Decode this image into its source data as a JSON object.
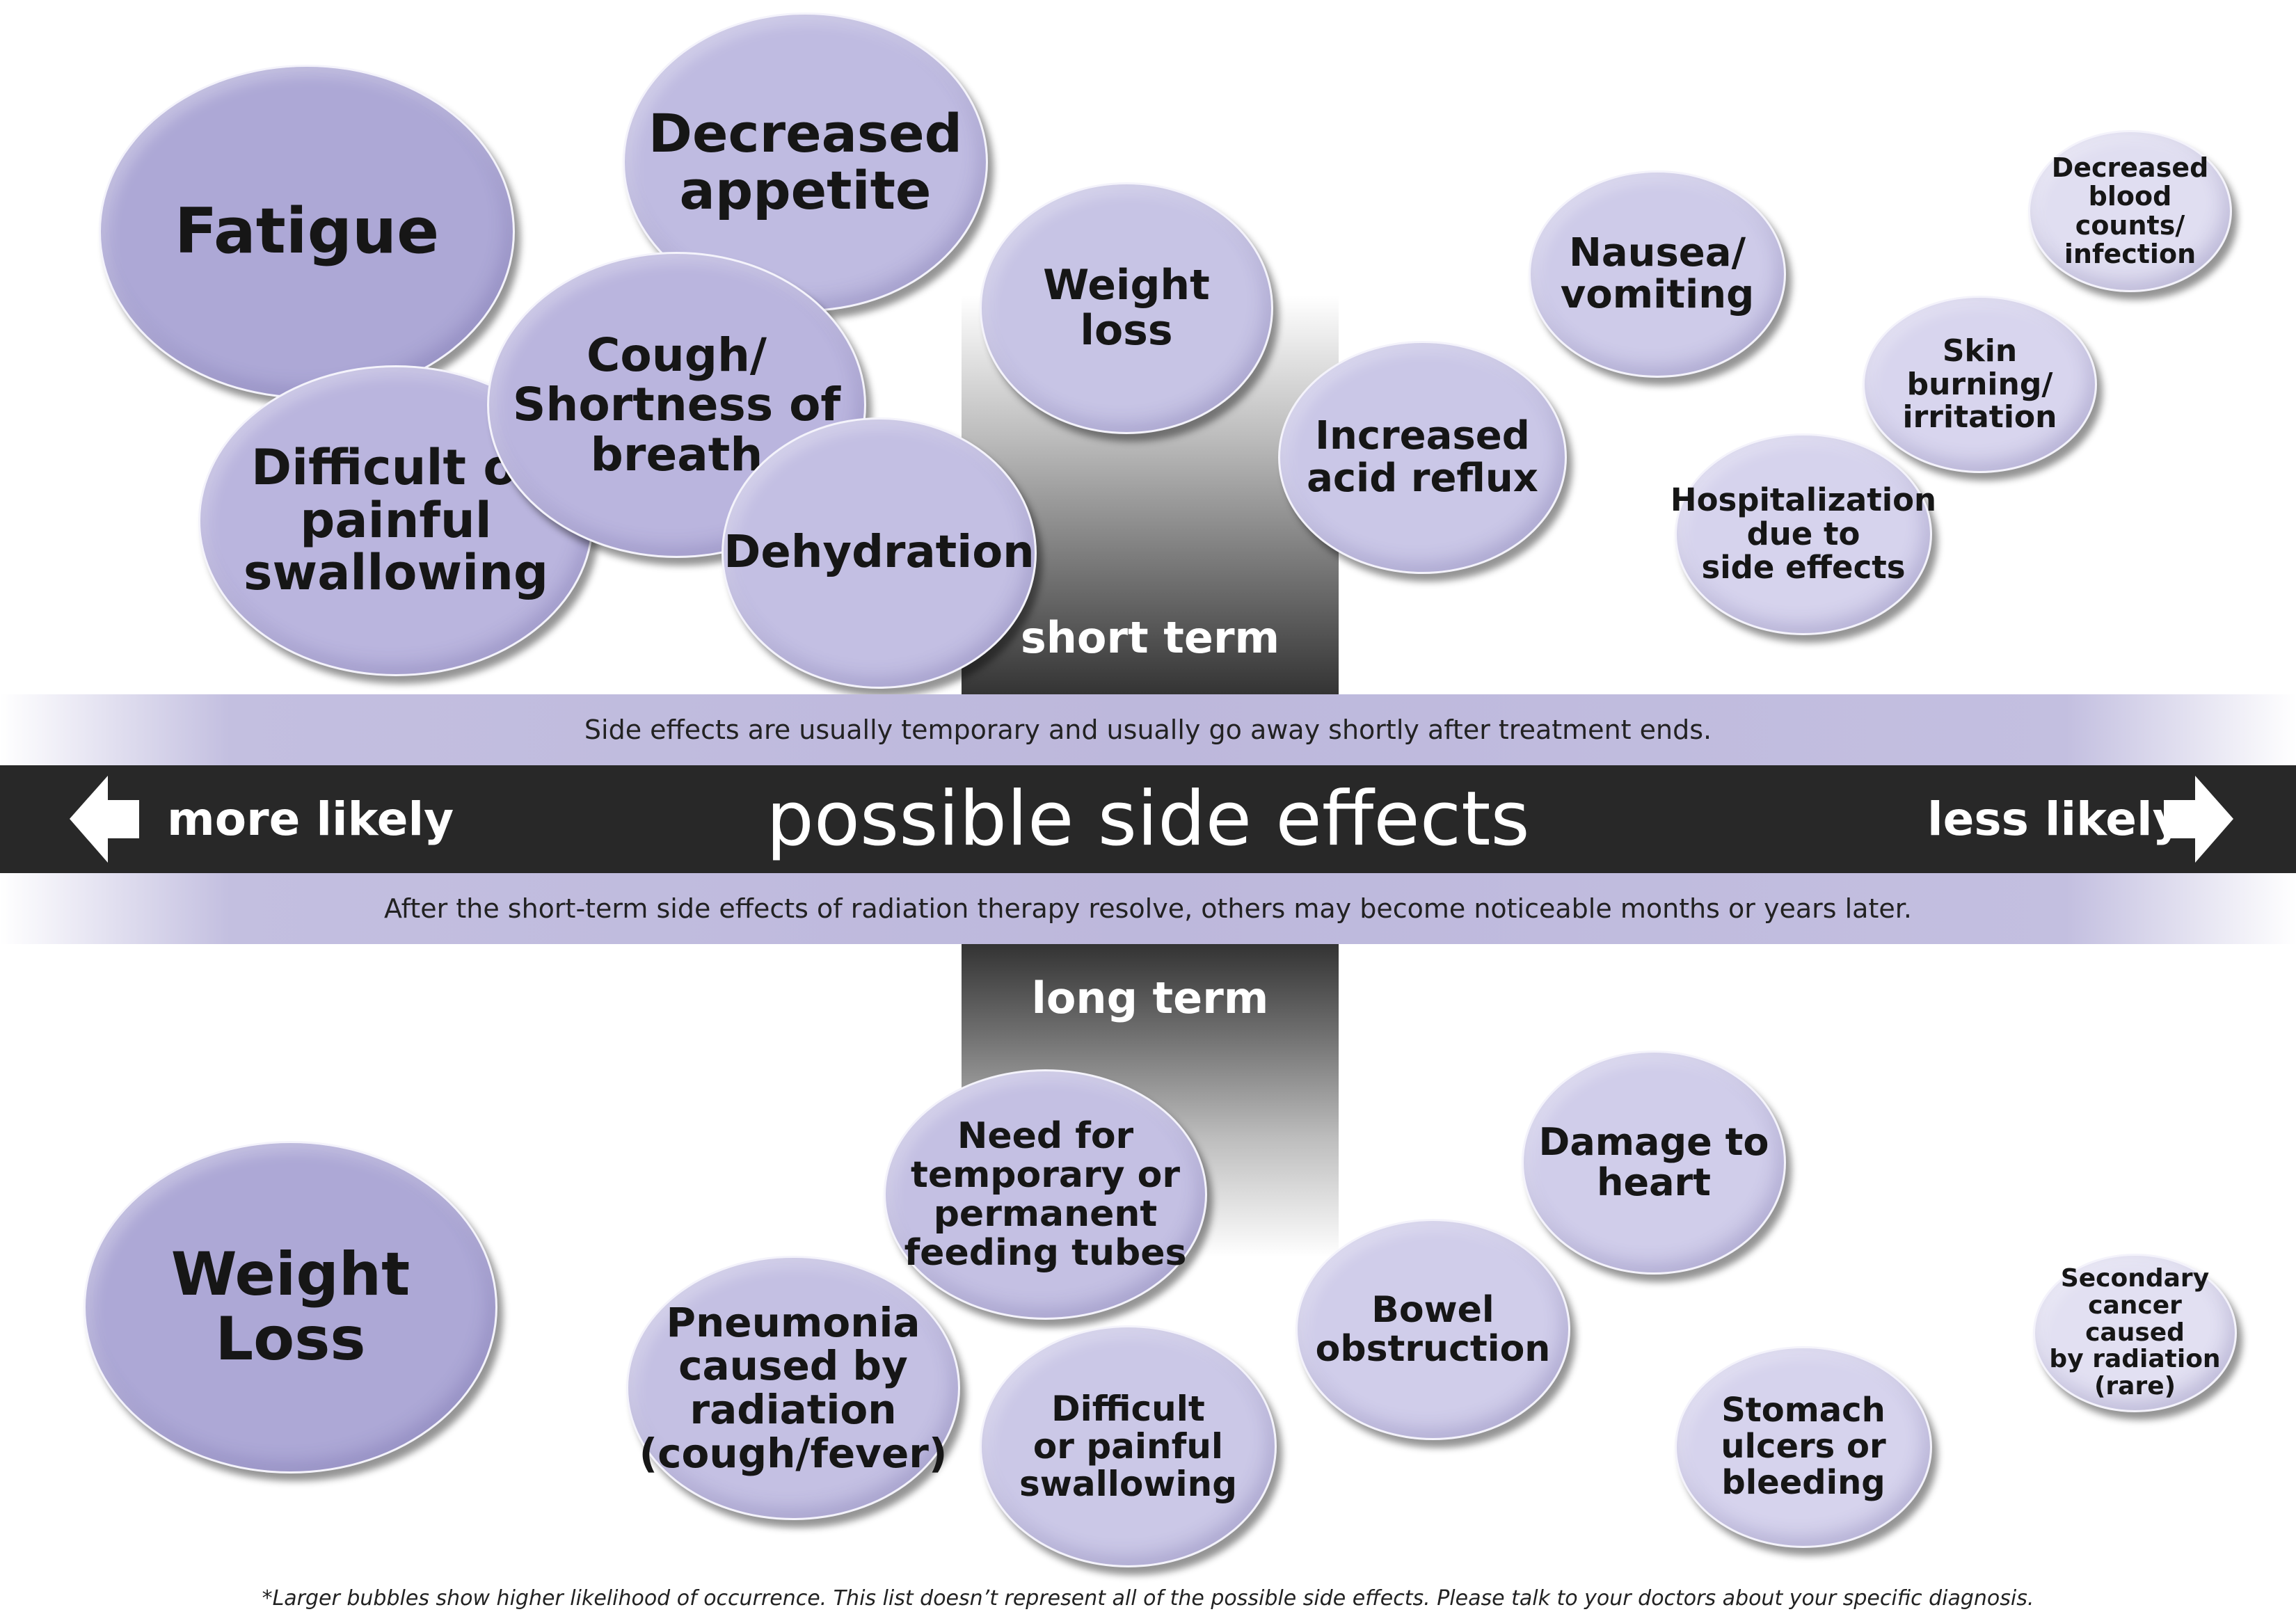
{
  "colors": {
    "bubble_large": "#ada8d6",
    "bubble_medium": "#bfbbe1",
    "bubble_small": "#cdcae8",
    "bubble_tiny": "#e0def1",
    "band_light": "#bdb8dc",
    "band_dark": "#282828"
  },
  "labels": {
    "short_term": "short term",
    "long_term": "long term",
    "short_note": "Side effects are usually temporary and usually go away shortly after treatment ends.",
    "long_note": "After the short-term side effects of radiation therapy resolve, others may become noticeable months or years later.",
    "title": "possible side effects",
    "more_likely": "more likely",
    "less_likely": "less likely",
    "footnote": "*Larger bubbles show higher likelihood of occurrence. This list doesn’t represent all of the possible side effects. Please talk to your doctors about your specific diagnosis."
  },
  "short_term_effects": [
    "Fatigue",
    "Decreased\nappetite",
    "Difficult or\npainful\nswallowing",
    "Cough/\nShortness of\nbreath",
    "Dehydration",
    "Weight loss",
    "Increased\nacid reflux",
    "Nausea/\nvomiting",
    "Hospitalization\ndue to\nside effects",
    "Skin burning/\nirritation",
    "Decreased\nblood counts/\ninfection"
  ],
  "long_term_effects": [
    "Weight Loss",
    "Need for\ntemporary or\npermanent\nfeeding tubes",
    "Pneumonia\ncaused by\nradiation\n(cough/fever)",
    "Difficult\nor painful\nswallowing",
    "Bowel\nobstruction",
    "Damage to\nheart",
    "Stomach\nulcers or\nbleeding",
    "Secondary\ncancer caused\nby radiation\n(rare)"
  ]
}
